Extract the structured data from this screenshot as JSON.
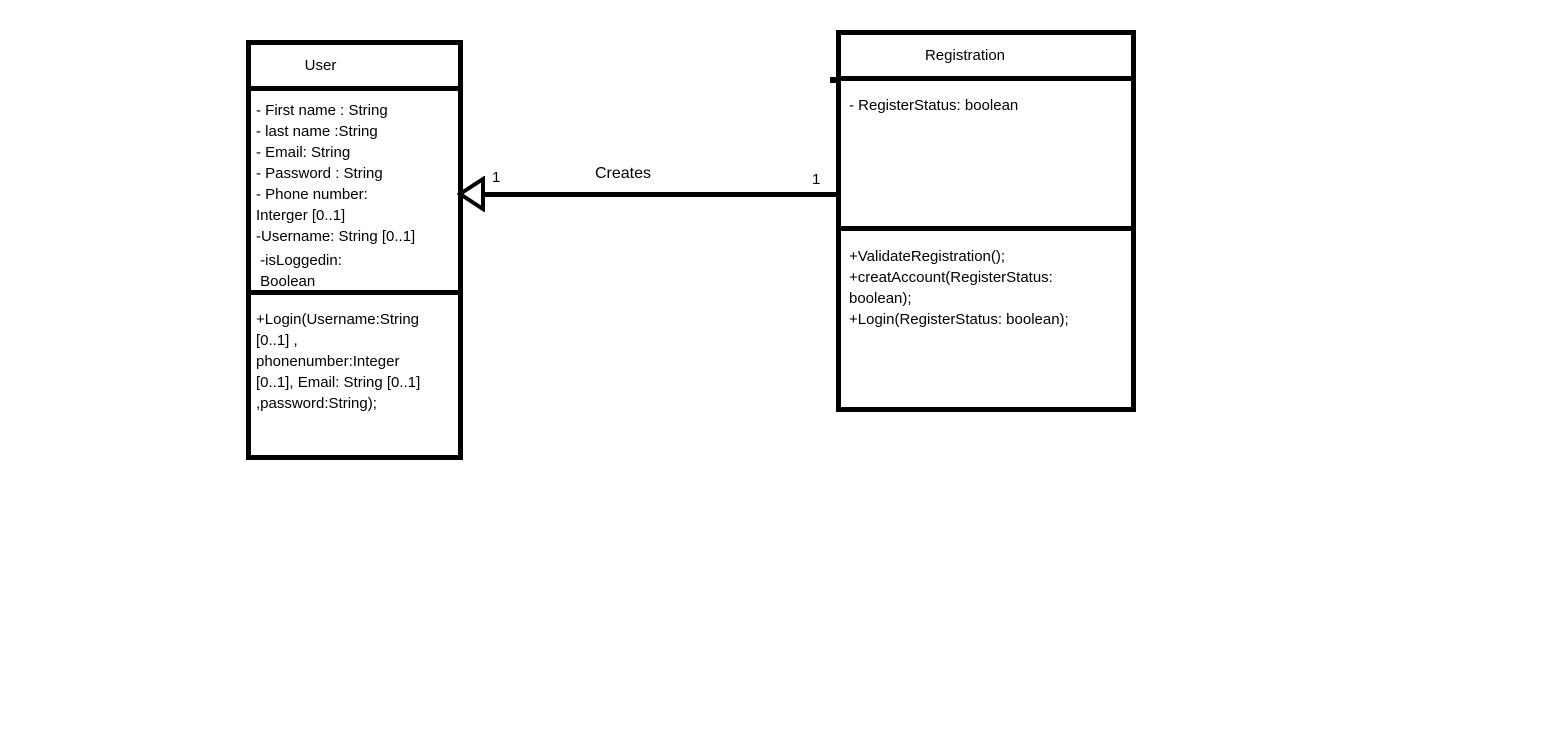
{
  "diagram": {
    "type": "uml-class-diagram",
    "background_color": "#ffffff",
    "stroke_color": "#000000",
    "classes": [
      {
        "name": "User",
        "attribute_lines": [
          "- First name : String",
          "- last name :String",
          "- Email: String",
          "- Password : String",
          "- Phone number:",
          "Interger [0..1]",
          "-Username: String [0..1]",
          " -isLoggedin:",
          " Boolean"
        ],
        "method_lines": [
          "+Login(Username:String",
          "[0..1] ,",
          "phonenumber:Integer",
          "[0..1], Email: String [0..1]",
          ",password:String);"
        ]
      },
      {
        "name": "Registration",
        "attribute_lines": [
          "- RegisterStatus: boolean"
        ],
        "method_lines": [
          "+ValidateRegistration();",
          "+creatAccount(RegisterStatus:",
          "boolean);",
          "+Login(RegisterStatus: boolean);"
        ]
      }
    ],
    "association": {
      "label": "Creates",
      "user_end_multiplicity": "1",
      "registration_end_multiplicity": "1",
      "arrowhead": "open-triangle-pointing-left"
    }
  }
}
